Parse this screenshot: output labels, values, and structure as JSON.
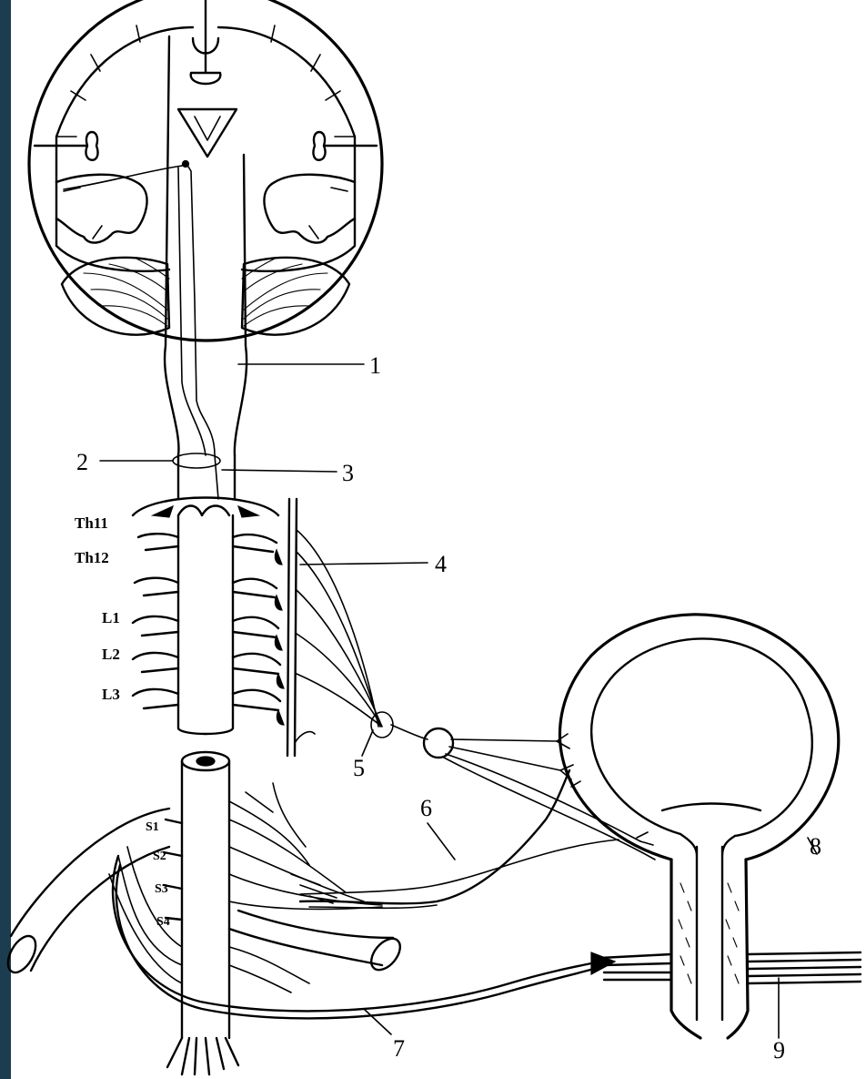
{
  "colors": {
    "side_bar": "#1b3d4f",
    "ink": "#000000",
    "paper": "#ffffff"
  },
  "callouts": {
    "n1": "1",
    "n2": "2",
    "n3": "3",
    "n4": "4",
    "n5": "5",
    "n6": "6",
    "n7": "7",
    "n8": "8",
    "n9": "9"
  },
  "segments": {
    "th11": "Th11",
    "th12": "Th12",
    "l1": "L1",
    "l2": "L2",
    "l3": "L3",
    "s1": "S1",
    "s2": "S2",
    "s3": "S3",
    "s4": "S4"
  }
}
